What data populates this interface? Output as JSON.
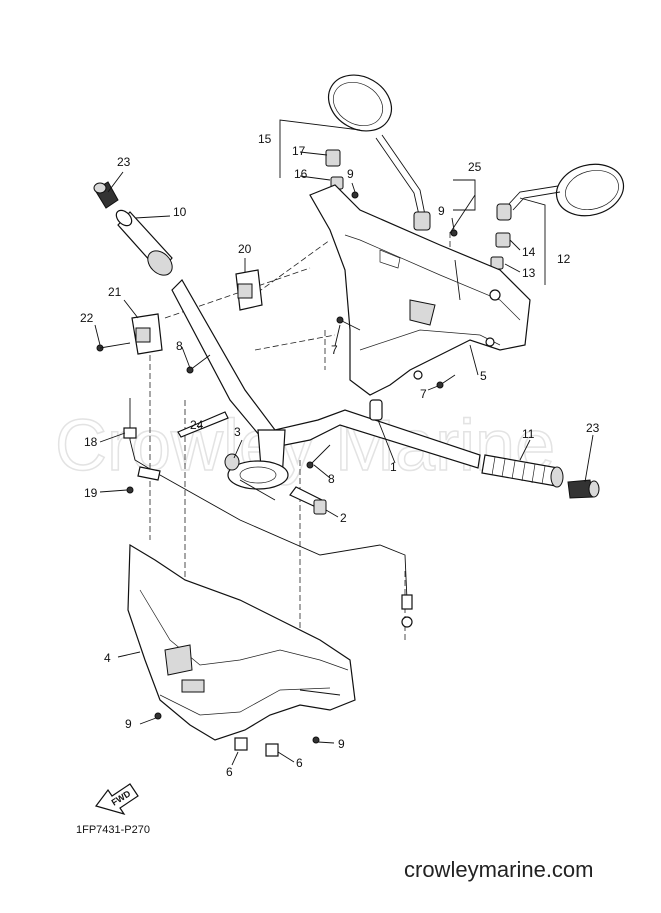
{
  "watermark": "Crowley Marine",
  "diagram_code": "1FP7431-P270",
  "footer": "crowleymarine.com",
  "fwd_label": "FWD",
  "labels": [
    "1",
    "2",
    "3",
    "4",
    "5",
    "6",
    "6",
    "7",
    "7",
    "8",
    "8",
    "9",
    "9",
    "9",
    "9",
    "10",
    "11",
    "12",
    "13",
    "14",
    "15",
    "16",
    "17",
    "18",
    "19",
    "20",
    "21",
    "22",
    "23",
    "23",
    "24",
    "25"
  ]
}
